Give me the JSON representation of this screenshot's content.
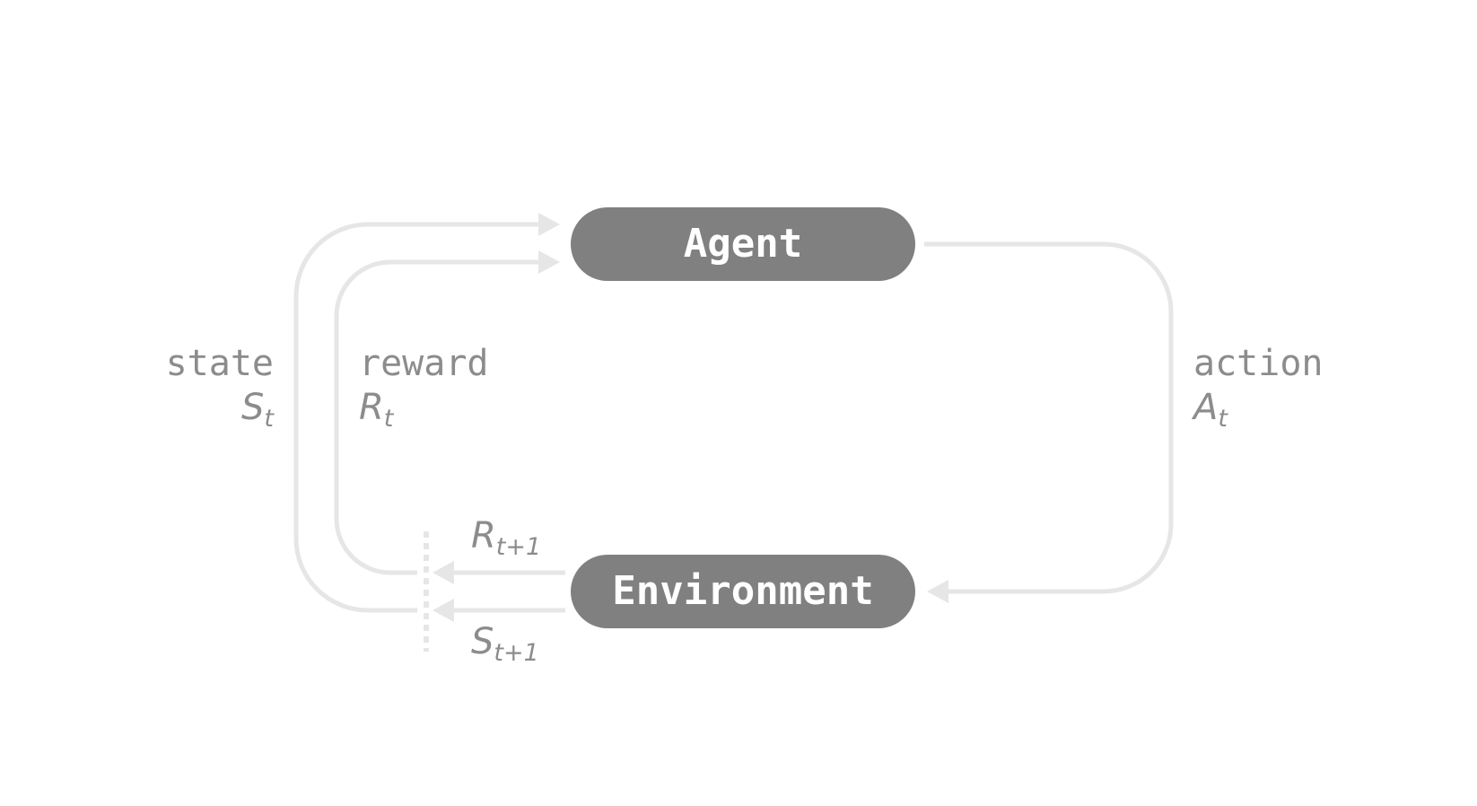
{
  "nodes": {
    "agent": {
      "label": "Agent"
    },
    "environment": {
      "label": "Environment"
    }
  },
  "signals": {
    "state": {
      "word": "state",
      "symbol": "S",
      "subscript": "t"
    },
    "reward": {
      "word": "reward",
      "symbol": "R",
      "subscript": "t"
    },
    "action": {
      "word": "action",
      "symbol": "A",
      "subscript": "t"
    },
    "next_reward": {
      "symbol": "R",
      "subscript": "t+1"
    },
    "next_state": {
      "symbol": "S",
      "subscript": "t+1"
    }
  },
  "colors": {
    "node_fill": "#808080",
    "node_text": "#ffffff",
    "arrow": "#e6e6e6",
    "label_text": "#8c8c8c",
    "background": "#ffffff"
  }
}
